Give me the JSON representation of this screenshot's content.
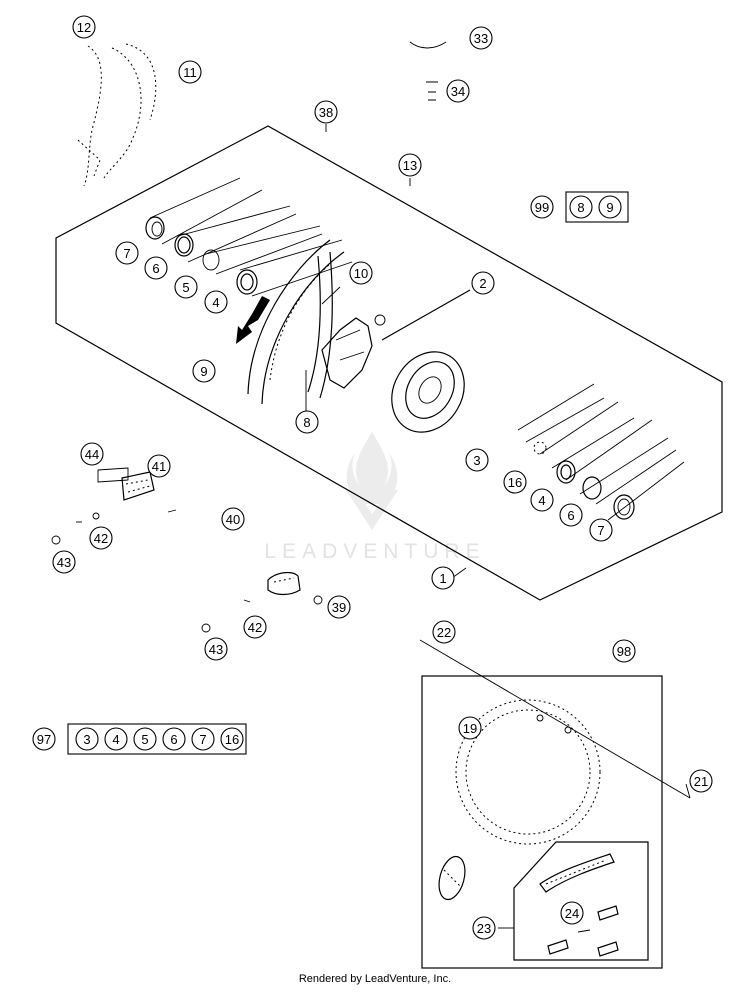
{
  "diagram": {
    "callouts": [
      {
        "id": "c-12",
        "label": "12"
      },
      {
        "id": "c-11",
        "label": "11"
      },
      {
        "id": "c-33",
        "label": "33"
      },
      {
        "id": "c-34",
        "label": "34"
      },
      {
        "id": "c-38",
        "label": "38"
      },
      {
        "id": "c-13",
        "label": "13"
      },
      {
        "id": "c-7a",
        "label": "7"
      },
      {
        "id": "c-6a",
        "label": "6"
      },
      {
        "id": "c-5",
        "label": "5"
      },
      {
        "id": "c-4a",
        "label": "4"
      },
      {
        "id": "c-10",
        "label": "10"
      },
      {
        "id": "c-2",
        "label": "2"
      },
      {
        "id": "c-9",
        "label": "9"
      },
      {
        "id": "c-8",
        "label": "8"
      },
      {
        "id": "c-3",
        "label": "3"
      },
      {
        "id": "c-16",
        "label": "16"
      },
      {
        "id": "c-4b",
        "label": "4"
      },
      {
        "id": "c-6b",
        "label": "6"
      },
      {
        "id": "c-7b",
        "label": "7"
      },
      {
        "id": "c-44",
        "label": "44"
      },
      {
        "id": "c-41",
        "label": "41"
      },
      {
        "id": "c-40",
        "label": "40"
      },
      {
        "id": "c-42a",
        "label": "42"
      },
      {
        "id": "c-43a",
        "label": "43"
      },
      {
        "id": "c-1",
        "label": "1"
      },
      {
        "id": "c-39",
        "label": "39"
      },
      {
        "id": "c-42b",
        "label": "42"
      },
      {
        "id": "c-43b",
        "label": "43"
      },
      {
        "id": "c-22",
        "label": "22"
      },
      {
        "id": "c-98",
        "label": "98"
      },
      {
        "id": "c-19",
        "label": "19"
      },
      {
        "id": "c-21",
        "label": "21"
      },
      {
        "id": "c-24",
        "label": "24"
      },
      {
        "id": "c-23",
        "label": "23"
      }
    ],
    "kit_99": {
      "label": "99",
      "items": [
        "8",
        "9"
      ]
    },
    "kit_97": {
      "label": "97",
      "items": [
        "3",
        "4",
        "5",
        "6",
        "7",
        "16"
      ]
    }
  },
  "watermark": {
    "text": "LEADVENTURE"
  },
  "footer": {
    "text": "Rendered by LeadVenture, Inc."
  }
}
